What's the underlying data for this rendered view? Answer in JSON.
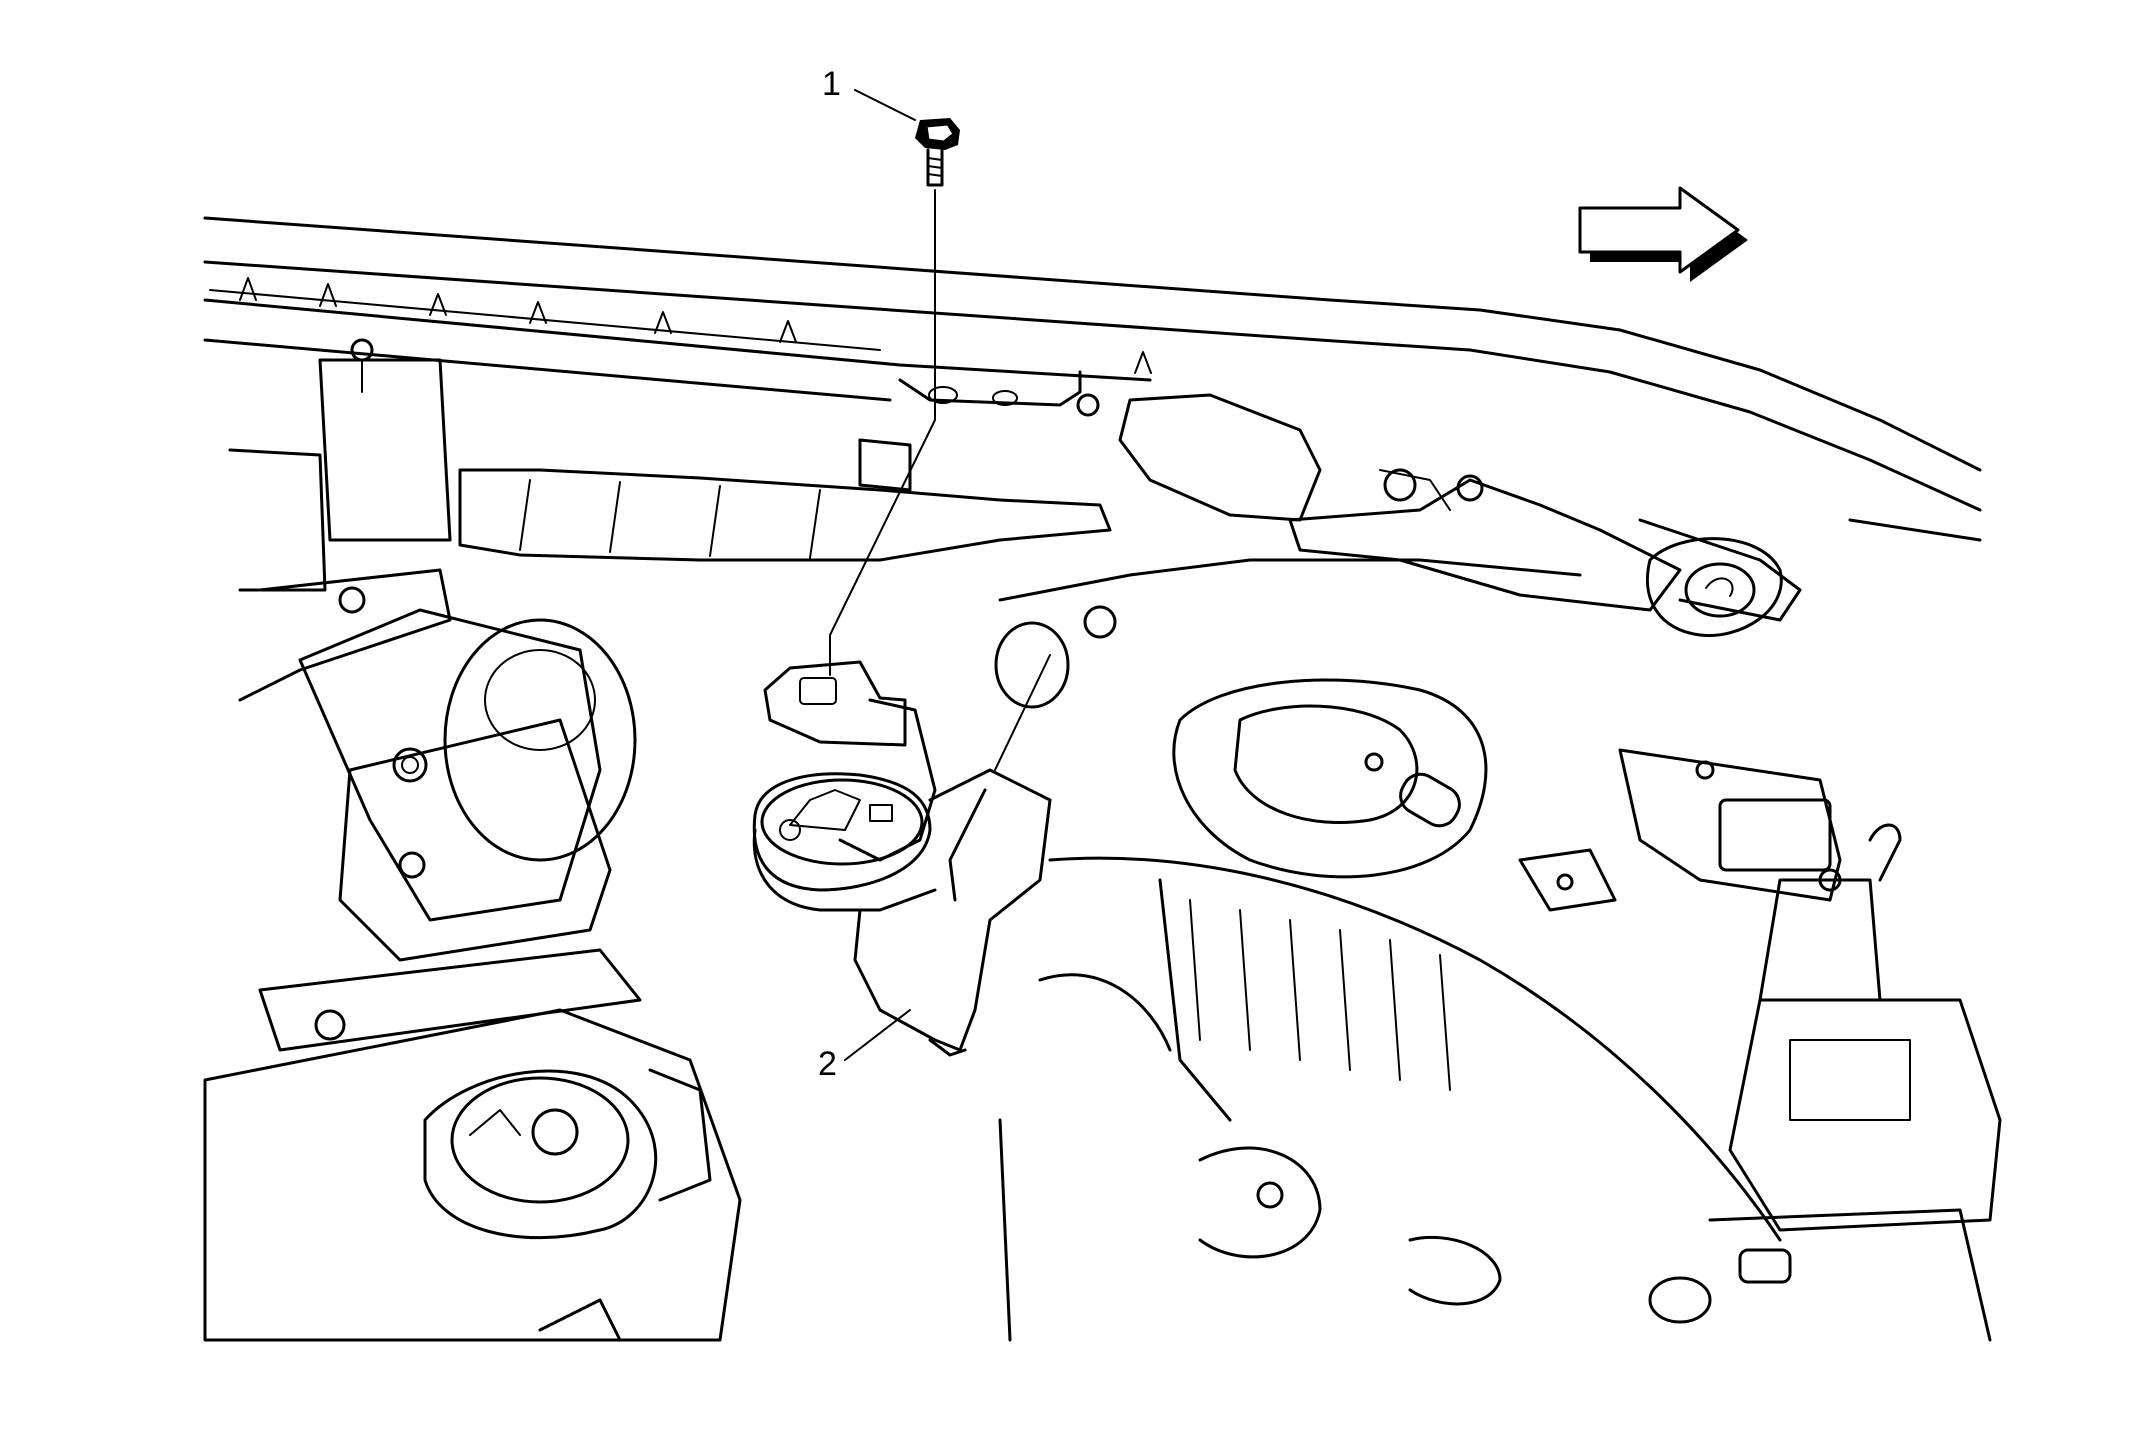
{
  "callouts": [
    {
      "label": "1",
      "target": "bolt"
    },
    {
      "label": "2",
      "target": "washer-fluid-reservoir-filler-neck"
    }
  ],
  "icons": {
    "direction_arrow": "arrow-right-icon"
  },
  "colors": {
    "line": "#000000",
    "background": "#ffffff"
  }
}
